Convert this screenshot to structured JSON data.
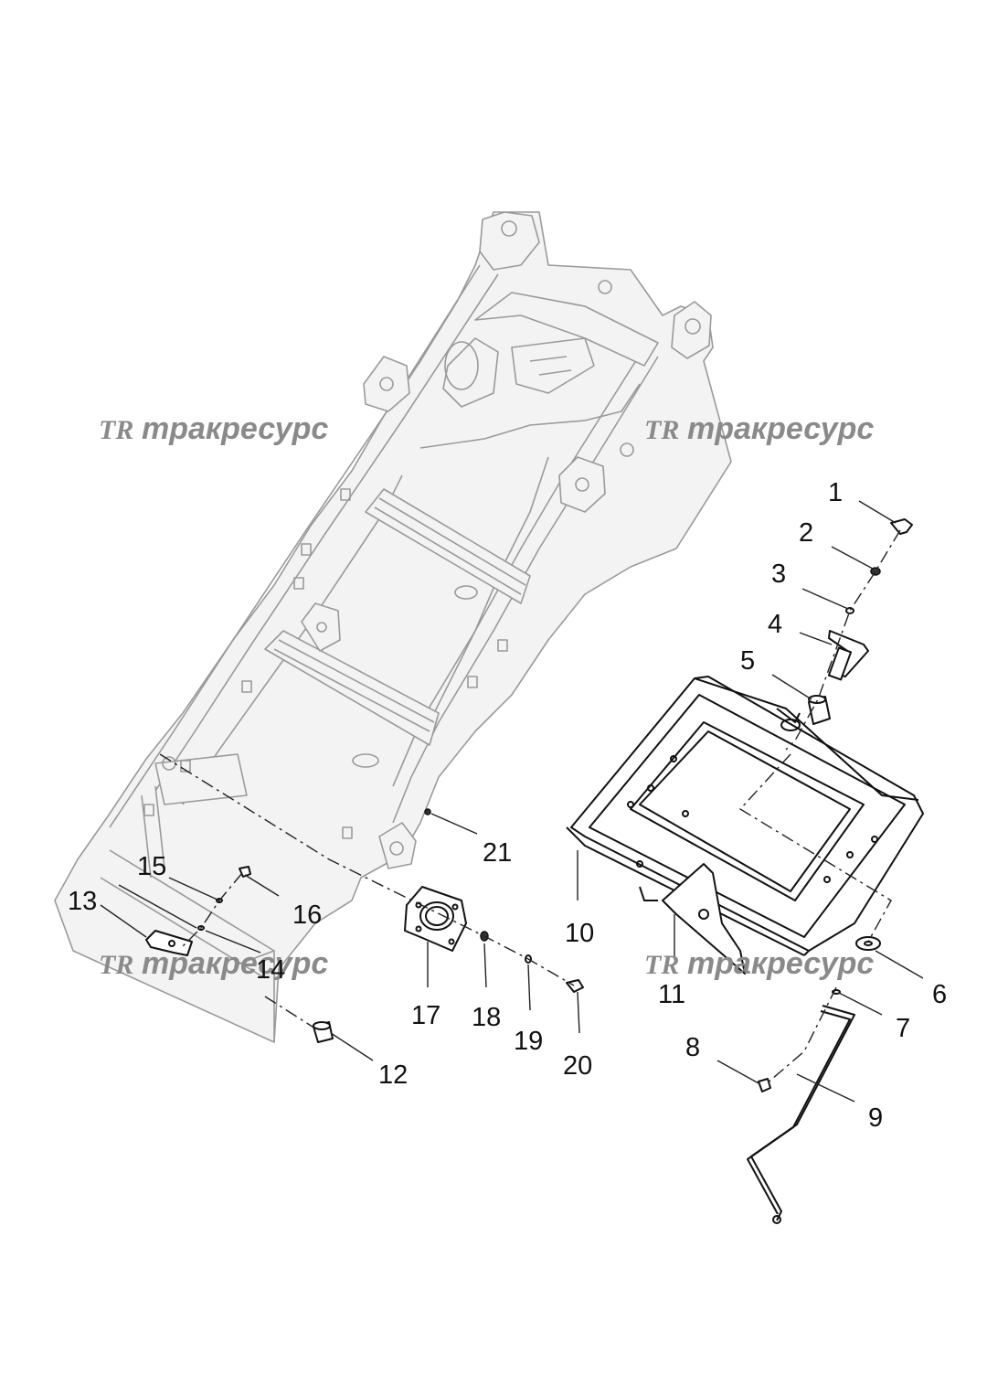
{
  "watermarks": [
    {
      "logo": "TR",
      "text": "тракресурс"
    },
    {
      "logo": "TR",
      "text": "тракресурс"
    },
    {
      "logo": "TR",
      "text": "тракресурс"
    },
    {
      "logo": "TR",
      "text": "тракресурс"
    }
  ],
  "callouts": [
    "1",
    "2",
    "3",
    "4",
    "5",
    "6",
    "7",
    "8",
    "9",
    "10",
    "11",
    "12",
    "13",
    "14",
    "15",
    "16",
    "17",
    "18",
    "19",
    "20",
    "21"
  ]
}
